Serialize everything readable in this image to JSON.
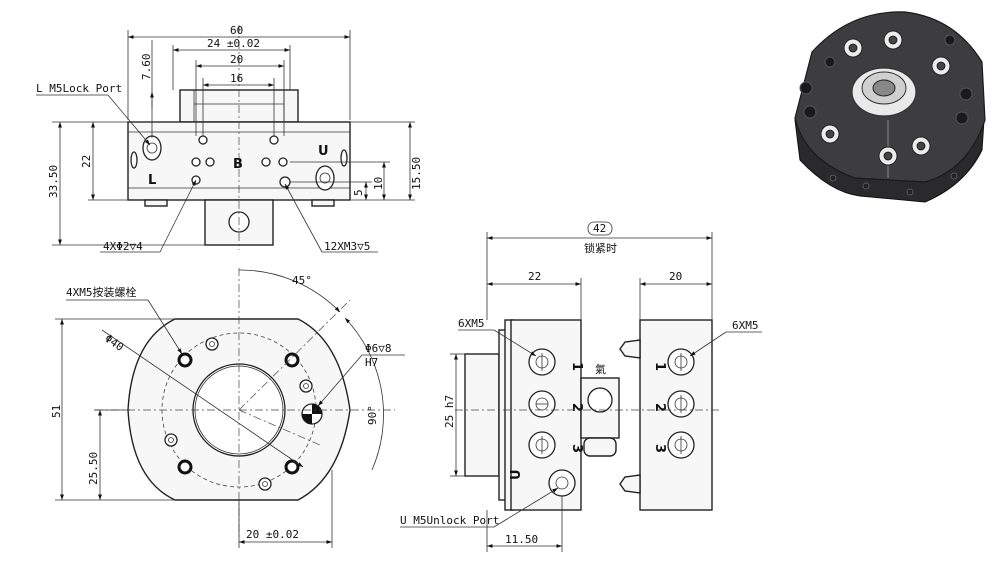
{
  "top_view": {
    "dim_width": "60",
    "dim_24": "24 ±0.02",
    "dim_20": "20",
    "dim_16": "16",
    "dim_760": "7.60",
    "dim_22": "22",
    "dim_3350": "33.50",
    "dim_1550": "15.50",
    "dim_10": "10",
    "dim_5": "5",
    "label_lock_port": "L M5Lock Port",
    "label_4x": "4XΦ2▽4",
    "label_12x": "12XM3▽5",
    "mark_l": "L",
    "mark_u": "U",
    "mark_b": "B"
  },
  "front_view": {
    "label_bolts": "4XM5按装螺栓",
    "dim_d40": "Φ40",
    "dim_d6": "Φ6▽8",
    "dim_h7": "H7",
    "angle_45": "45°",
    "angle_90": "90°",
    "dim_51": "51",
    "dim_2550": "25.50",
    "dim_20_02": "20 ±0.02"
  },
  "side_view": {
    "dim_42": "42",
    "label_lock_time": "锁紧时",
    "dim_22": "22",
    "dim_20": "20",
    "label_6xm5_left": "6XM5",
    "label_6xm5_right": "6XM5",
    "dim_25h7": "25 h7",
    "dim_1150": "11.50",
    "label_unlock_port": "U M5Unlock Port",
    "port_1": "1",
    "port_2": "2",
    "port_3": "3",
    "port_u": "U",
    "mark_air": "氣"
  }
}
